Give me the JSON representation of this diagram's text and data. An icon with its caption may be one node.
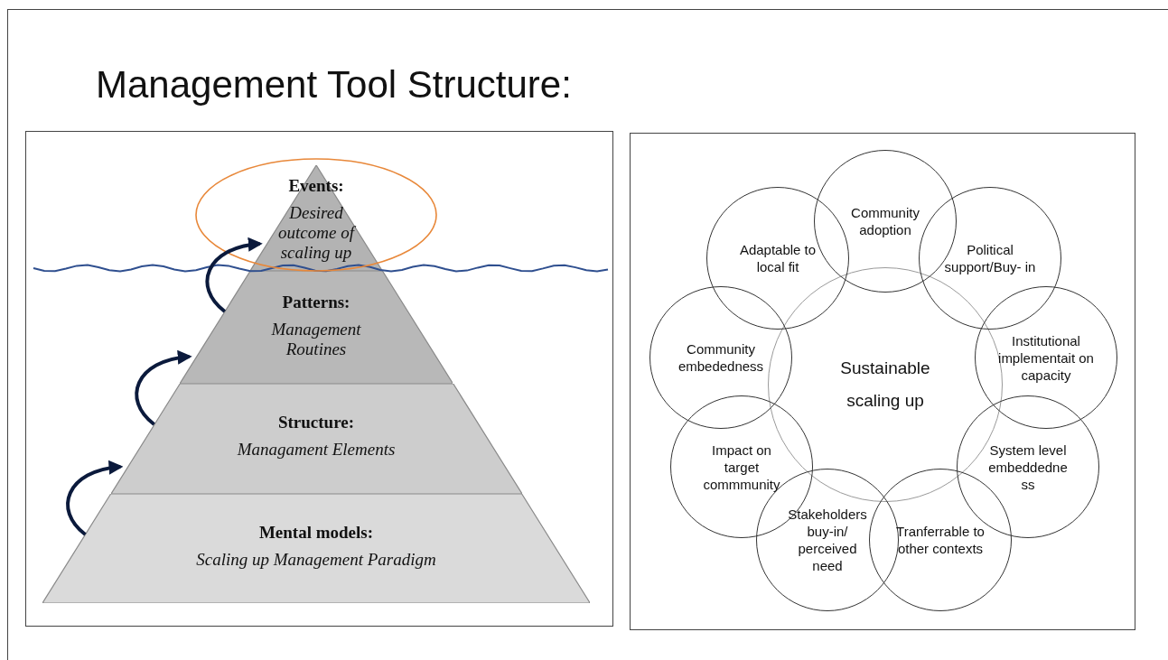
{
  "diagram": {
    "title": "Management Tool Structure:",
    "nodes": [
      {
        "text": [
          "Events:",
          "Desired outcome of scaling up"
        ]
      },
      {
        "text": [
          "Patterns:",
          "Management Routines"
        ]
      },
      {
        "text": [
          "Structure:",
          "Managament Elements"
        ]
      },
      {
        "text": [
          "Mental models:",
          "Scaling up Management Paradigm"
        ]
      },
      {
        "text": [
          "Sustainable scaling up"
        ]
      },
      {
        "text": [
          "Community adoption"
        ]
      },
      {
        "text": [
          "Adaptable to local fit"
        ]
      },
      {
        "text": [
          "Political support/Buy- in"
        ]
      },
      {
        "text": [
          "Community embededness"
        ]
      },
      {
        "text": [
          "Institutional implementait on capacity"
        ]
      },
      {
        "text": [
          "Impact on target commmunity"
        ]
      },
      {
        "text": [
          "System level embeddedne ss"
        ]
      },
      {
        "text": [
          "Stakeholders buy-in/ perceived need"
        ]
      },
      {
        "text": [
          "Tranferrable to other contexts"
        ]
      }
    ],
    "edges": [
      {
        "from": 3,
        "to": 2,
        "arrow": "to"
      },
      {
        "from": 2,
        "to": 1,
        "arrow": "to"
      },
      {
        "from": 1,
        "to": 0,
        "arrow": "to"
      }
    ]
  }
}
